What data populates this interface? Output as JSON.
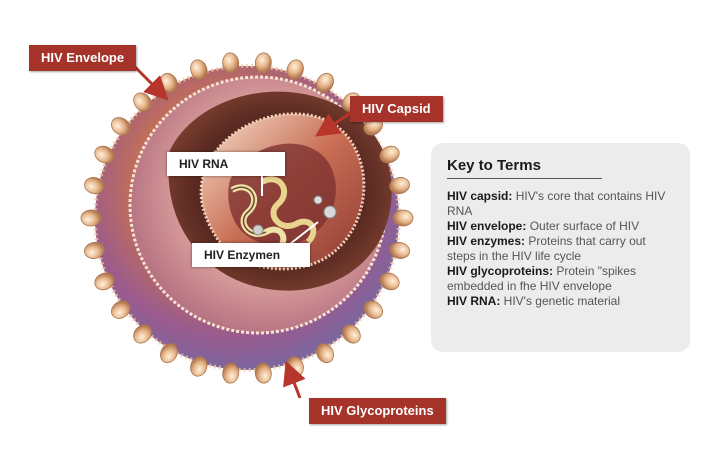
{
  "labels": {
    "envelope": "HIV Envelope",
    "capsid": "HIV Capsid",
    "rna": "HIV RNA",
    "enzymes": "HIV Enzymen",
    "glycoproteins": "HIV Glycoproteins"
  },
  "key": {
    "title": "Key to Terms",
    "items": [
      {
        "term": "HIV capsid:",
        "definition": " HIV's core that contains HIV RNA"
      },
      {
        "term": "HIV envelope:",
        "definition": " Outer surface of HIV"
      },
      {
        "term": "HIV enzymes:",
        "definition": " Proteins that carry out steps in the HIV life cycle"
      },
      {
        "term": "HIV glycoproteins:",
        "definition": " Protein \"spikes embedded in fhe HIV envelope"
      },
      {
        "term": "HIV RNA:",
        "definition": " HIV's genetic material"
      }
    ]
  },
  "colors": {
    "label_red": "#a6332a",
    "arrow_red": "#b8352b",
    "panel_bg": "#ececec"
  }
}
